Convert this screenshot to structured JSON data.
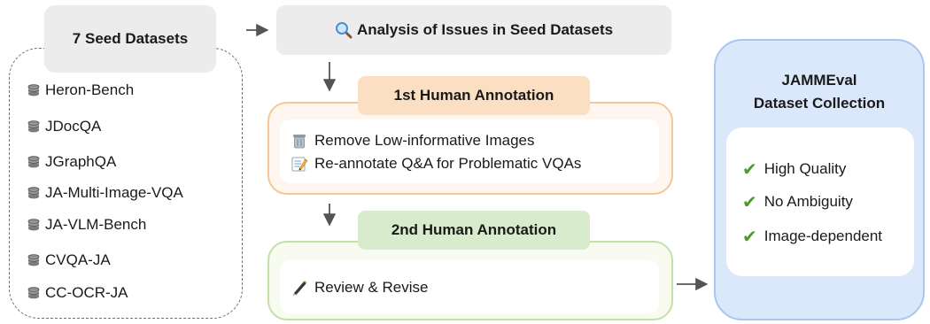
{
  "seed": {
    "title": "7 Seed Datasets",
    "items": [
      "Heron-Bench",
      "JDocQA",
      "JGraphQA",
      "JA-Multi-Image-VQA",
      "JA-VLM-Bench",
      "CVQA-JA",
      "CC-OCR-JA"
    ],
    "item_icon": "database-icon"
  },
  "analysis": {
    "label": "Analysis of Issues in Seed Datasets",
    "icon": "magnifier-icon"
  },
  "annotation1": {
    "label": "1st Human Annotation",
    "tasks": [
      {
        "text": "Remove Low-informative Images",
        "icon": "trash-can-icon"
      },
      {
        "text": "Re-annotate Q&A for Problematic VQAs",
        "icon": "memo-icon"
      }
    ]
  },
  "annotation2": {
    "label": "2nd Human Annotation",
    "tasks": [
      {
        "text": "Review & Revise",
        "icon": "pen-icon"
      }
    ]
  },
  "result": {
    "title_line1": "JAMMEval",
    "title_line2": "Dataset Collection",
    "items": [
      "High Quality",
      "No Ambiguity",
      "Image-dependent"
    ],
    "check_glyph": "✔"
  },
  "colors": {
    "gray_box": "#ececec",
    "orange_border": "#f3c896",
    "orange_tag": "#fbdfc3",
    "green_border": "#c4e0a8",
    "green_tag": "#d8ebcc",
    "blue_fill": "#dbe8fb",
    "blue_border": "#a9c6f0",
    "check_green": "#4c9a2a"
  }
}
